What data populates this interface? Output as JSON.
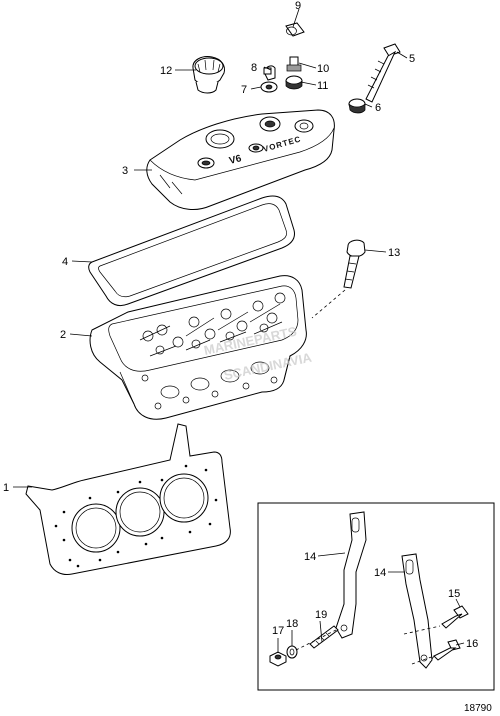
{
  "figure_number": "18790",
  "stamp_texts": {
    "v6": "V6",
    "vortec": "VORTEC"
  },
  "callouts": [
    {
      "id": "c1",
      "label": "1"
    },
    {
      "id": "c2",
      "label": "2"
    },
    {
      "id": "c3",
      "label": "3"
    },
    {
      "id": "c4",
      "label": "4"
    },
    {
      "id": "c5",
      "label": "5"
    },
    {
      "id": "c6",
      "label": "6"
    },
    {
      "id": "c7",
      "label": "7"
    },
    {
      "id": "c8",
      "label": "8"
    },
    {
      "id": "c9",
      "label": "9"
    },
    {
      "id": "c10",
      "label": "10"
    },
    {
      "id": "c11",
      "label": "11"
    },
    {
      "id": "c12",
      "label": "12"
    },
    {
      "id": "c13",
      "label": "13"
    },
    {
      "id": "c14a",
      "label": "14"
    },
    {
      "id": "c14b",
      "label": "14"
    },
    {
      "id": "c15",
      "label": "15"
    },
    {
      "id": "c16",
      "label": "16"
    },
    {
      "id": "c17",
      "label": "17"
    },
    {
      "id": "c18",
      "label": "18"
    },
    {
      "id": "c19",
      "label": "19"
    }
  ]
}
